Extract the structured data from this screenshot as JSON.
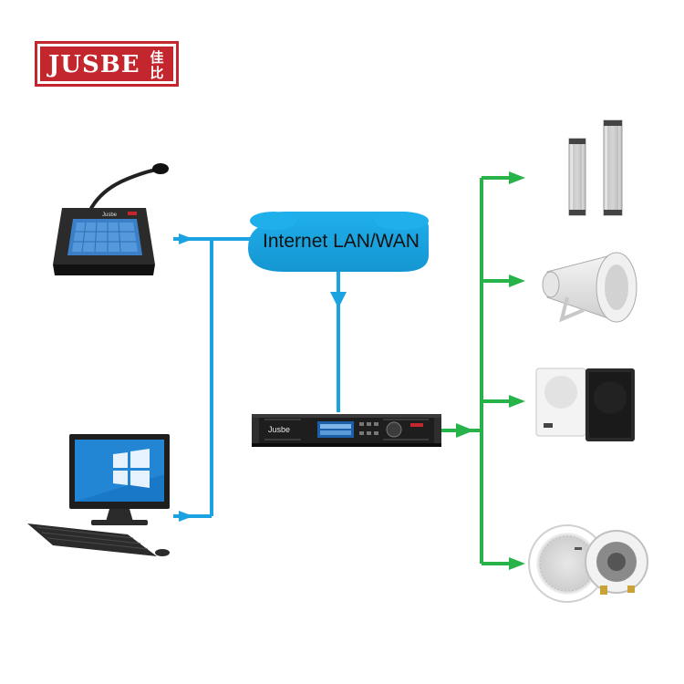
{
  "logo": {
    "brand": "JUSBE",
    "chinese": "佳比"
  },
  "network": {
    "label": "Internet LAN/WAN"
  },
  "devices": {
    "amplifier_brand": "Jusbe",
    "paging_console_brand": "Jusbe"
  },
  "colors": {
    "network_link": "#1aa3e0",
    "speaker_link": "#28b34a",
    "cloud": "#1aa3e0",
    "logo_red": "#c4262e"
  },
  "icons": [
    "paging-microphone-console-icon",
    "desktop-computer-icon",
    "network-amplifier-icon",
    "column-speaker-icon",
    "horn-speaker-icon",
    "wall-speaker-icon",
    "ceiling-speaker-icon"
  ]
}
